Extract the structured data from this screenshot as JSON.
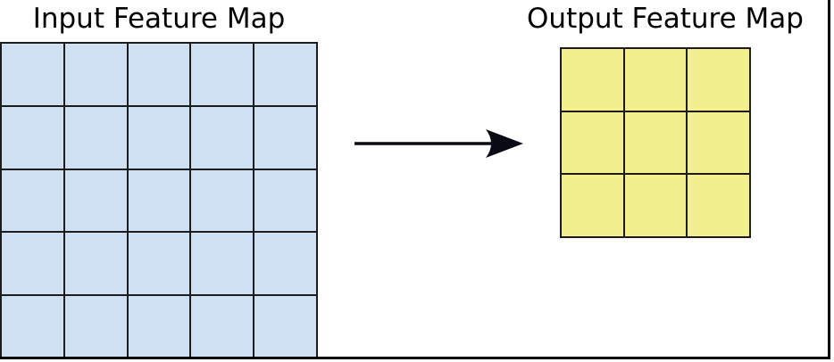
{
  "diagram": {
    "background_color": "#ffffff",
    "frame_color": "#000000"
  },
  "input_map": {
    "title": "Input Feature Map",
    "rows": 5,
    "cols": 5,
    "cell_fill": "#cfe0f2",
    "line_color": "#1c1c1c"
  },
  "output_map": {
    "title": "Output Feature Map",
    "rows": 3,
    "cols": 3,
    "cell_fill": "#f1f08c",
    "line_color": "#1c1c1c"
  },
  "arrow": {
    "icon": "right-arrow-icon",
    "color": "#0a0a14"
  }
}
